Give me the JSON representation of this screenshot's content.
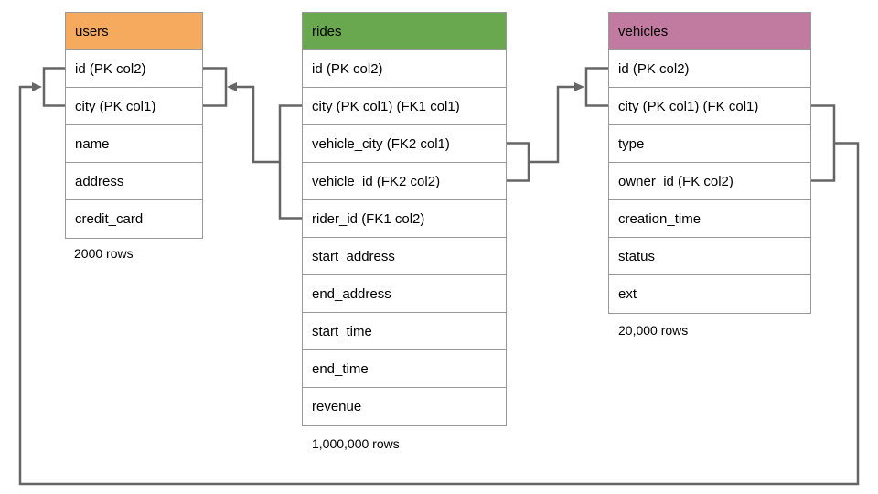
{
  "diagram": {
    "colors": {
      "background": "#ffffff",
      "connector": "#666666",
      "table_border": "#999999",
      "text": "#000000"
    },
    "tables": [
      {
        "name": "users",
        "header_color": "#F6AA5E",
        "caption": "2000 rows",
        "columns": [
          "id (PK col2)",
          "city (PK col1)",
          "name",
          "address",
          "credit_card"
        ]
      },
      {
        "name": "rides",
        "header_color": "#6AA84F",
        "caption": "1,000,000 rows",
        "columns": [
          "id (PK col2)",
          "city (PK col1) (FK1 col1)",
          "vehicle_city (FK2 col1)",
          "vehicle_id (FK2 col2)",
          "rider_id (FK1 col2)",
          "start_address",
          "end_address",
          "start_time",
          "end_time",
          "revenue"
        ]
      },
      {
        "name": "vehicles",
        "header_color": "#C27BA0",
        "caption": "20,000 rows",
        "columns": [
          "id (PK col2)",
          "city (PK col1) (FK col1)",
          "type",
          "owner_id (FK col2)",
          "creation_time",
          "status",
          "ext"
        ]
      }
    ],
    "relationships": [
      {
        "from_table": "rides",
        "from_columns": "city, rider_id (FK1)",
        "to_table": "users",
        "to_columns": "id, city"
      },
      {
        "from_table": "rides",
        "from_columns": "vehicle_city, vehicle_id (FK2)",
        "to_table": "vehicles",
        "to_columns": "id, city"
      },
      {
        "from_table": "vehicles",
        "from_columns": "city, owner_id (FK)",
        "to_table": "users",
        "to_columns": "id, city"
      }
    ]
  }
}
